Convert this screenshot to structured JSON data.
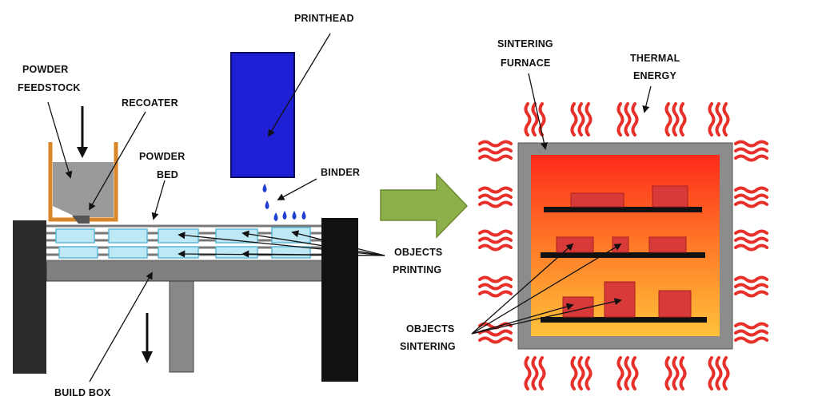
{
  "labels": {
    "printhead": "PRINTHEAD",
    "powder_feedstock_1": "POWDER",
    "powder_feedstock_2": "FEEDSTOCK",
    "recoater": "RECOATER",
    "powder_bed_1": "POWDER",
    "powder_bed_2": "BED",
    "binder": "BINDER",
    "objects_printing_1": "OBJECTS",
    "objects_printing_2": "PRINTING",
    "build_box": "BUILD BOX",
    "sintering_furnace_1": "SINTERING",
    "sintering_furnace_2": "FURNACE",
    "thermal_energy_1": "THERMAL",
    "thermal_energy_2": "ENERGY",
    "objects_sintering_1": "OBJECTS",
    "objects_sintering_2": "SINTERING"
  },
  "colors": {
    "printhead": "#1f1fd6",
    "binder_drops": "#1f3fd0",
    "powder": "#9a9a9a",
    "hopper": "#d9852a",
    "machine_dark": "#2b2b2b",
    "build_box": "#808080",
    "printed_object": "#bfe8f5",
    "process_arrow": "#8db04a",
    "furnace_wall": "#8c8c8c",
    "heat_waves": "#e8302a",
    "sintered_part": "#d83a3a",
    "furnace_gradient_top": "#ff2a1a",
    "furnace_gradient_bottom": "#ffc23a"
  }
}
